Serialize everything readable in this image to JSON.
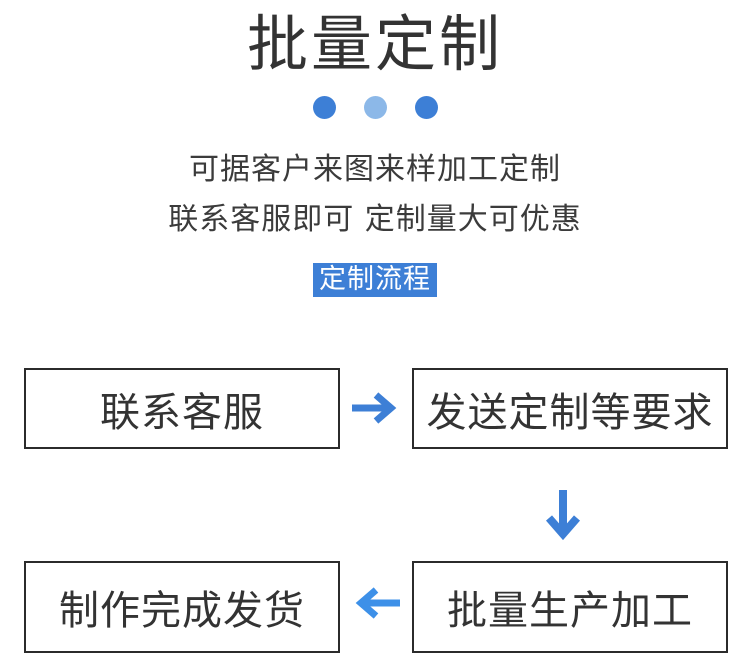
{
  "header": {
    "title": "批量定制",
    "dots": [
      {
        "name": "dot-1",
        "color": "#3d7fd6"
      },
      {
        "name": "dot-2",
        "color": "#8cb8e8"
      },
      {
        "name": "dot-3",
        "color": "#3d7fd6"
      }
    ]
  },
  "subtitle": {
    "line1": "可据客户来图来样加工定制",
    "line2": "联系客服即可 定制量大可优惠"
  },
  "badge": {
    "label": "定制流程",
    "background": "#3d7fd6",
    "text_color": "#ffffff"
  },
  "flow": {
    "steps": [
      {
        "label": "联系客服"
      },
      {
        "label": "发送定制等要求"
      },
      {
        "label": "制作完成发货"
      },
      {
        "label": "批量生产加工"
      }
    ],
    "arrows": [
      {
        "icon": "arrow-right-icon",
        "glyph": "→",
        "color": "#3d7fd6"
      },
      {
        "icon": "arrow-down-icon",
        "glyph": "↓",
        "color": "#3d7fd6"
      },
      {
        "icon": "arrow-left-icon",
        "glyph": "←",
        "color": "#3d90e8"
      }
    ]
  },
  "colors": {
    "accent": "#3d7fd6",
    "accent_light": "#8cb8e8",
    "text": "#333333",
    "border": "#2b2b2b",
    "background": "#ffffff"
  }
}
